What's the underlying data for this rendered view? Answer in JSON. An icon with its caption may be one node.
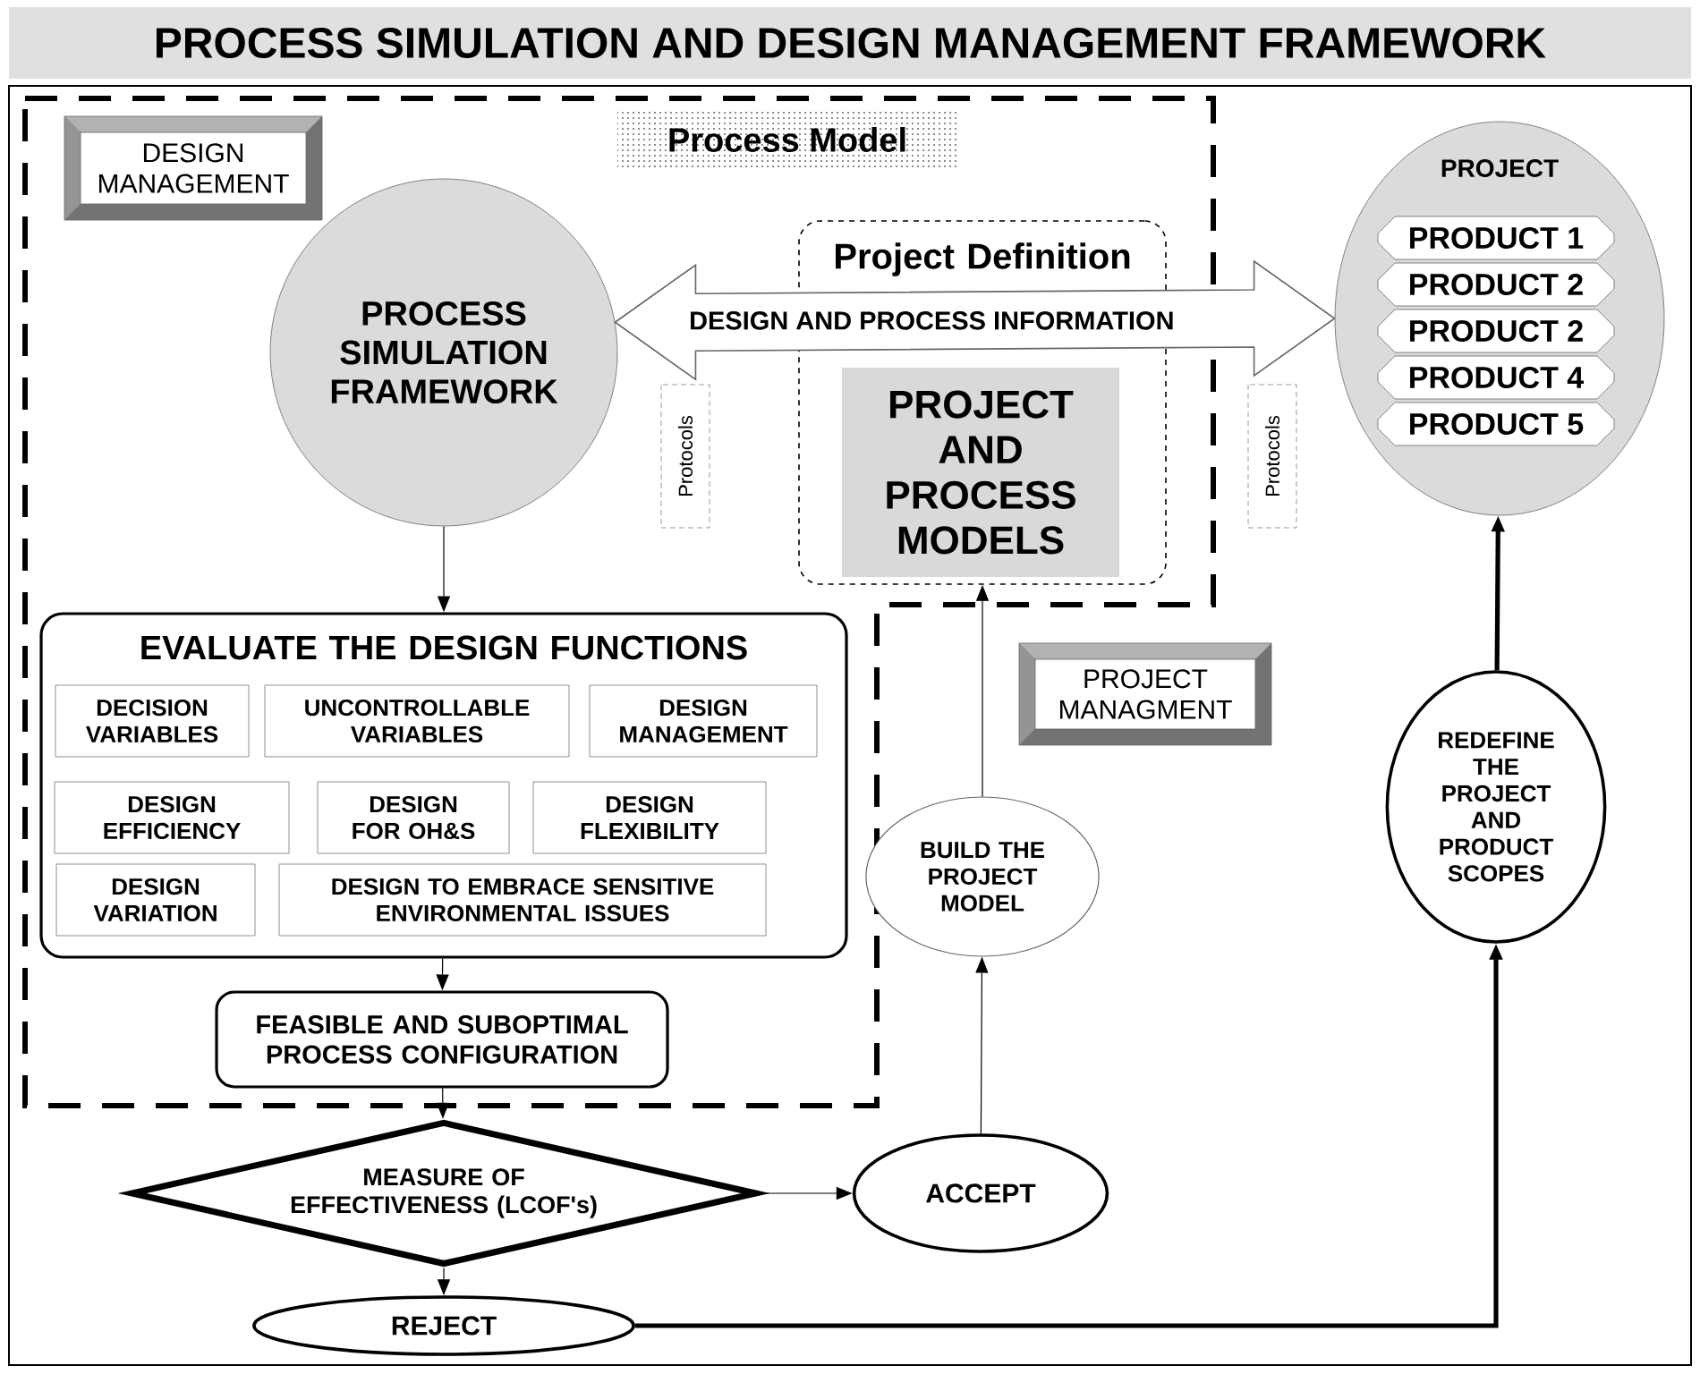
{
  "diagram": {
    "title": "PROCESS SIMULATION AND DESIGN MANAGEMENT FRAMEWORK",
    "nodes": [
      {
        "text": [
          "Process Model"
        ]
      },
      {
        "text": [
          "DESIGN MANAGEMENT"
        ],
        "in": 0
      },
      {
        "text": [
          "PROCESS SIMULATION FRAMEWORK"
        ],
        "in": 0
      },
      {
        "text": [
          "Project Definition"
        ],
        "in": 0
      },
      {
        "text": [
          "PROJECT AND PROCESS MODELS"
        ],
        "in": 3
      },
      {
        "text": [
          "Protocols"
        ],
        "in": 0
      },
      {
        "text": [
          "Protocols"
        ]
      },
      {
        "text": [
          "PROJECT"
        ]
      },
      {
        "text": [
          "PRODUCT 1"
        ],
        "in": 7
      },
      {
        "text": [
          "PRODUCT 2"
        ],
        "in": 7
      },
      {
        "text": [
          "PRODUCT 2"
        ],
        "in": 7
      },
      {
        "text": [
          "PRODUCT 4"
        ],
        "in": 7
      },
      {
        "text": [
          "PRODUCT 5"
        ],
        "in": 7
      },
      {
        "text": [
          "EVALUATE THE DESIGN FUNCTIONS"
        ],
        "in": 0
      },
      {
        "text": [
          "DECISION VARIABLES"
        ],
        "in": 13
      },
      {
        "text": [
          "UNCONTROLLABLE VARIABLES"
        ],
        "in": 13
      },
      {
        "text": [
          "DESIGN MANAGEMENT"
        ],
        "in": 13
      },
      {
        "text": [
          "DESIGN EFFICIENCY"
        ],
        "in": 13
      },
      {
        "text": [
          "DESIGN FOR OH&S"
        ],
        "in": 13
      },
      {
        "text": [
          "DESIGN FLEXIBILITY"
        ],
        "in": 13
      },
      {
        "text": [
          "DESIGN VARIATION"
        ],
        "in": 13
      },
      {
        "text": [
          "DESIGN TO EMBRACE SENSITIVE ENVIRONMENTAL ISSUES"
        ],
        "in": 13
      },
      {
        "text": [
          "FEASIBLE AND SUBOPTIMAL PROCESS CONFIGURATION"
        ],
        "in": 0
      },
      {
        "text": [
          "PROJECT MANAGMENT"
        ]
      },
      {
        "text": [
          "BUILD THE PROJECT MODEL"
        ]
      },
      {
        "text": [
          "REDEFINE THE PROJECT AND PRODUCT SCOPES"
        ]
      },
      {
        "text": [
          "MEASURE OF EFFECTIVENESS (LCOF's)"
        ]
      },
      {
        "text": [
          "ACCEPT"
        ]
      },
      {
        "text": [
          "REJECT"
        ]
      }
    ],
    "edges": [
      {
        "from": 2,
        "to": 7,
        "arrow": "both",
        "label": "DESIGN AND PROCESS INFORMATION",
        "style": "thick"
      },
      {
        "from": 2,
        "to": 13,
        "arrow": "to"
      },
      {
        "from": 13,
        "to": 22,
        "arrow": "to"
      },
      {
        "from": 22,
        "to": 26,
        "arrow": "to"
      },
      {
        "from": 26,
        "to": 27,
        "arrow": "to"
      },
      {
        "from": 26,
        "to": 28,
        "arrow": "to"
      },
      {
        "from": 27,
        "to": 24,
        "arrow": "to"
      },
      {
        "from": 24,
        "to": 3,
        "arrow": "to"
      },
      {
        "from": 28,
        "to": 25,
        "arrow": "to",
        "style": "thick"
      },
      {
        "from": 25,
        "to": 7,
        "arrow": "to",
        "style": "thick"
      }
    ]
  }
}
